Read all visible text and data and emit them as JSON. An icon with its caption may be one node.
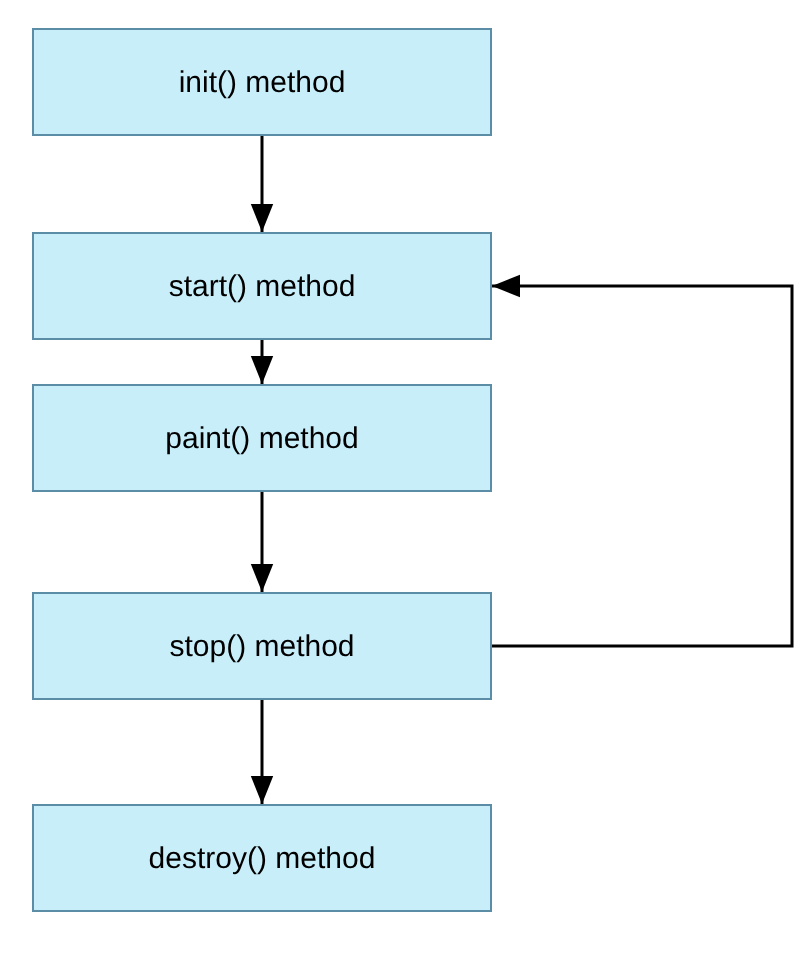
{
  "diagram": {
    "nodes": [
      {
        "text": [
          "init() method"
        ]
      },
      {
        "text": [
          "start() method"
        ]
      },
      {
        "text": [
          "paint() method"
        ]
      },
      {
        "text": [
          "stop() method"
        ]
      },
      {
        "text": [
          "destroy() method"
        ]
      }
    ],
    "edges": [
      {
        "from": 0,
        "to": 1,
        "arrow": "to"
      },
      {
        "from": 1,
        "to": 2,
        "arrow": "to"
      },
      {
        "from": 2,
        "to": 3,
        "arrow": "to"
      },
      {
        "from": 3,
        "to": 4,
        "arrow": "to"
      },
      {
        "from": 3,
        "to": 1,
        "arrow": "to"
      }
    ]
  }
}
